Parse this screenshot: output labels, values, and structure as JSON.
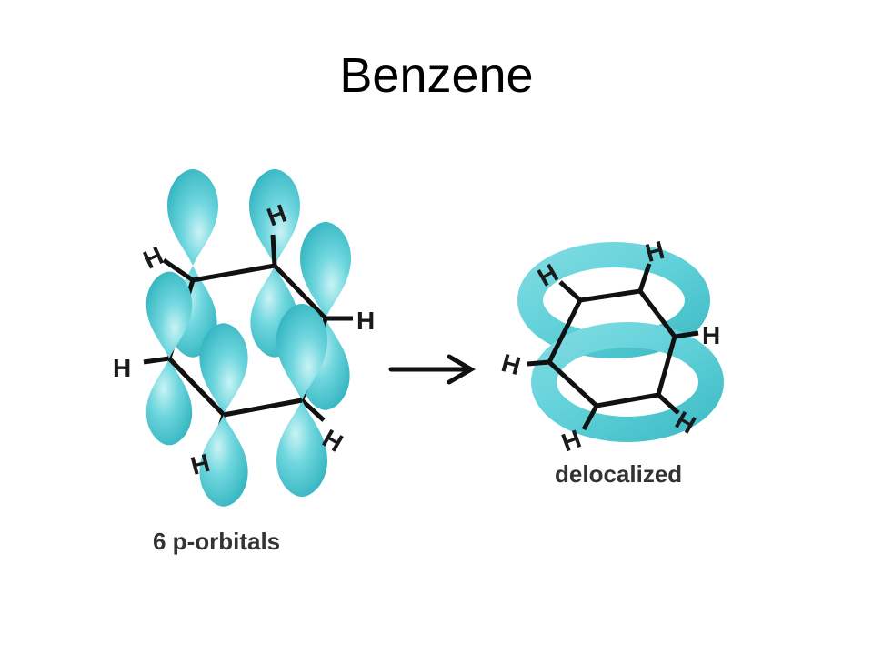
{
  "title": "Benzene",
  "left_molecule": {
    "caption": "6 p-orbitals",
    "hydrogen_labels": [
      "H",
      "H",
      "H",
      "H",
      "H",
      "H"
    ]
  },
  "right_molecule": {
    "caption": "delocalized",
    "hydrogen_labels": [
      "H",
      "H",
      "H",
      "H",
      "H",
      "H"
    ]
  },
  "colors": {
    "orbital": "#5fd0d8",
    "bond": "#111111",
    "text": "#000000"
  },
  "icons": {
    "arrow": "arrow-right-icon"
  }
}
